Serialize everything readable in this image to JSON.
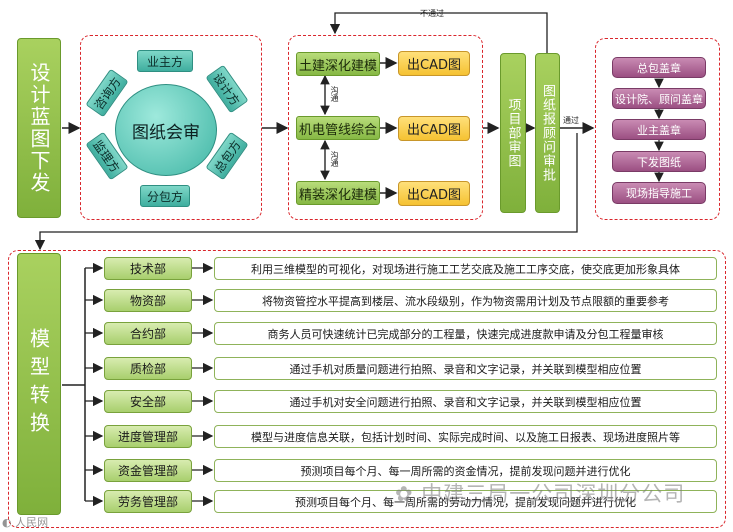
{
  "design_release": "设计蓝图下发",
  "center_meeting": "图纸会审",
  "parties": [
    "业主方",
    "设计方",
    "总包方",
    "分包方",
    "监理方",
    "咨询方"
  ],
  "deepening": [
    "土建深化建模",
    "机电管线综合",
    "精装深化建模"
  ],
  "cad": [
    "出CAD图",
    "出CAD图",
    "出CAD图"
  ],
  "communicate": [
    "沟通",
    "沟通"
  ],
  "project_review": "项目部审图",
  "consultant_review": "图纸报顾问审批",
  "not_passed": "不通过",
  "passed": "通过",
  "approval_steps": [
    "总包盖章",
    "设计院、顾问盖章",
    "业主盖章",
    "下发图纸",
    "现场指导施工"
  ],
  "model_convert": "模型转换",
  "departments": [
    {
      "name": "技术部",
      "desc": "利用三维模型的可视化，对现场进行施工工艺交底及施工工序交底，使交底更加形象具体"
    },
    {
      "name": "物资部",
      "desc": "将物资管控水平提高到楼层、流水段级别，作为物资需用计划及节点限额的重要参考"
    },
    {
      "name": "合约部",
      "desc": "商务人员可快速统计已完成部分的工程量，快速完成进度款申请及分包工程量审核"
    },
    {
      "name": "质检部",
      "desc": "通过手机对质量问题进行拍照、录音和文字记录，并关联到模型相应位置"
    },
    {
      "name": "安全部",
      "desc": "通过手机对安全问题进行拍照、录音和文字记录，并关联到模型相应位置"
    },
    {
      "name": "进度管理部",
      "desc": "模型与进度信息关联，包括计划时间、实际完成时间、以及施工日报表、现场进度照片等"
    },
    {
      "name": "资金管理部",
      "desc": "预测项目每个月、每一周所需的资金情况，提前发现问题并进行优化"
    },
    {
      "name": "劳务管理部",
      "desc": "预测项目每个月、每一周所需的劳动力情况，提前发现问题并进行优化"
    }
  ],
  "watermark": "中建三局一公司深圳分公司",
  "corner_mark": "人民网"
}
